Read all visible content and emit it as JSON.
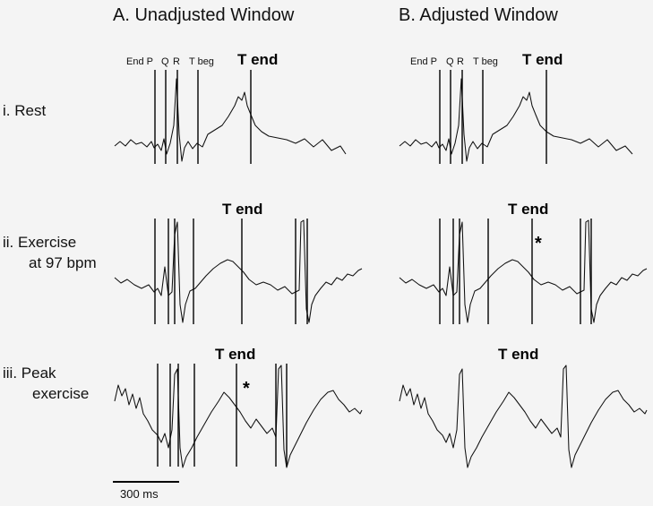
{
  "columns": [
    {
      "title": "A. Unadjusted Window"
    },
    {
      "title": "B. Adjusted Window"
    }
  ],
  "rows": [
    {
      "label_lines": [
        "i. Rest"
      ]
    },
    {
      "label_lines": [
        "ii. Exercise",
        "at 97 bpm"
      ]
    },
    {
      "label_lines": [
        "iii. Peak",
        "exercise"
      ]
    }
  ],
  "marker_labels": {
    "end_p": "End P",
    "q": "Q",
    "r": "R",
    "t_beg": "T beg",
    "t_end": "T end"
  },
  "annotations": {
    "asterisk": "*"
  },
  "scale_bar": {
    "label": "300 ms",
    "duration_ms": 300
  }
}
